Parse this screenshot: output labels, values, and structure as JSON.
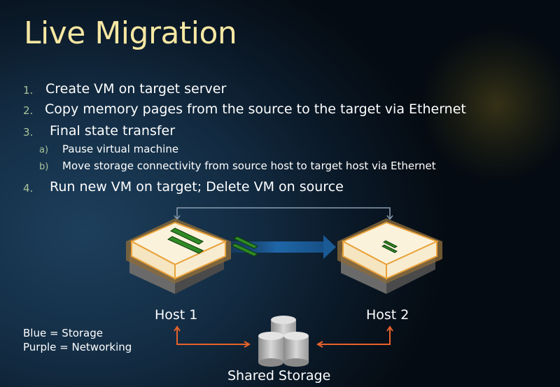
{
  "slide": {
    "title": "Live Migration",
    "steps": [
      {
        "number": "1.",
        "text": "Create VM on target server"
      },
      {
        "number": "2.",
        "text": "Copy memory pages from the source to the target via Ethernet"
      },
      {
        "number": "3.",
        "text": "Final state transfer",
        "substeps": [
          {
            "number": "a)",
            "text": "Pause virtual machine"
          },
          {
            "number": "b)",
            "text": "Move storage connectivity from source host to target host via Ethernet"
          }
        ]
      },
      {
        "number": "4.",
        "text": "Run new VM on target; Delete VM on source"
      }
    ]
  },
  "diagram": {
    "host1_label": "Host 1",
    "host2_label": "Host 2",
    "storage_label": "Shared Storage",
    "legend": [
      "Blue = Storage",
      "Purple = Networking"
    ],
    "colors": {
      "title": "#f6e7a2",
      "storage_arrow": "#e8622a",
      "network_arrow": "#8a9db0",
      "memory_arrow": "#1f5f9a"
    }
  }
}
